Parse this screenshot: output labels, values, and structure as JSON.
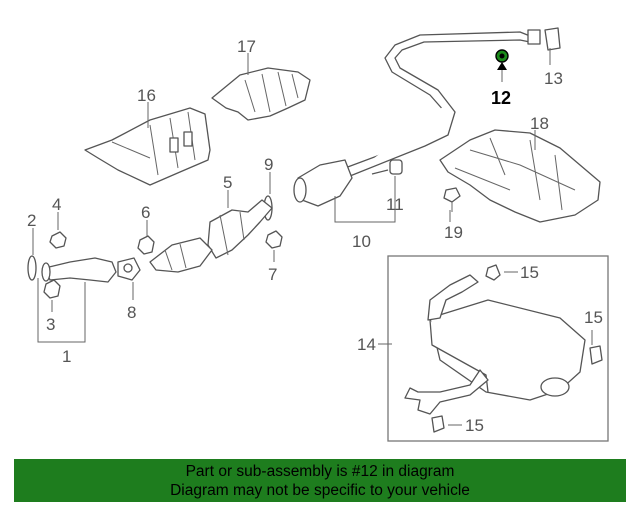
{
  "colors": {
    "banner_bg": "#1e7d1e",
    "highlight_part": "#1a8a1a",
    "line": "#555555"
  },
  "callouts": {
    "c1": "1",
    "c2": "2",
    "c3": "3",
    "c4": "4",
    "c5": "5",
    "c6": "6",
    "c7": "7",
    "c8": "8",
    "c9": "9",
    "c10": "10",
    "c11": "11",
    "c12": "12",
    "c13": "13",
    "c14": "14",
    "c15a": "15",
    "c15b": "15",
    "c15c": "15",
    "c16": "16",
    "c17": "17",
    "c18": "18",
    "c19": "19"
  },
  "banner": {
    "line1": "Part or sub-assembly is #12 in diagram",
    "line2": "Diagram may not be specific to your vehicle"
  }
}
